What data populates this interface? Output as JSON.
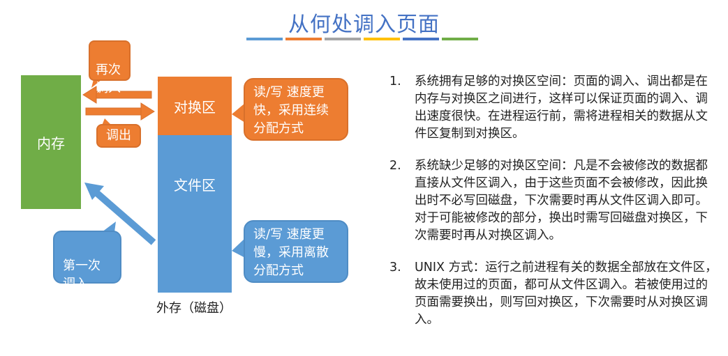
{
  "title": "从何处调入页面",
  "colors": {
    "bar": [
      "#5b9bd5",
      "#ed7d31",
      "#a5a5a5",
      "#ffc000",
      "#4472c4",
      "#70ad47"
    ],
    "memory": "#70ad47",
    "swap": "#ed7d31",
    "file": "#5b9bd5",
    "title": "#4472c4"
  },
  "diagram": {
    "memory_label": "内存",
    "swap_label": "对换区",
    "file_label": "文件区",
    "external_label": "外存（磁盘）",
    "recall_label": "再次\n调入",
    "out_label": "调出",
    "first_label": "第一次\n调入",
    "swap_note": "读/写 速度更快，采用连续分配方式",
    "file_note": "读/写 速度更慢，采用离散分配方式"
  },
  "items": [
    {
      "num": "1.",
      "text": "系统拥有足够的对换区空间：页面的调入、调出都是在内存与对换区之间进行，这样可以保证页面的调入、调出速度很快。在进程运行前，需将进程相关的数据从文件区复制到对换区。"
    },
    {
      "num": "2.",
      "text": "系统缺少足够的对换区空间：凡是不会被修改的数据都直接从文件区调入，由于这些页面不会被修改，因此换出时不必写回磁盘，下次需要时再从文件区调入即可。对于可能被修改的部分，换出时需写回磁盘对换区，下次需要时再从对换区调入。"
    },
    {
      "num": "3.",
      "text": "UNIX 方式：运行之前进程有关的数据全部放在文件区，故未使用过的页面，都可从文件区调入。若被使用过的页面需要换出，则写回对换区，下次需要时从对换区调入。"
    }
  ]
}
